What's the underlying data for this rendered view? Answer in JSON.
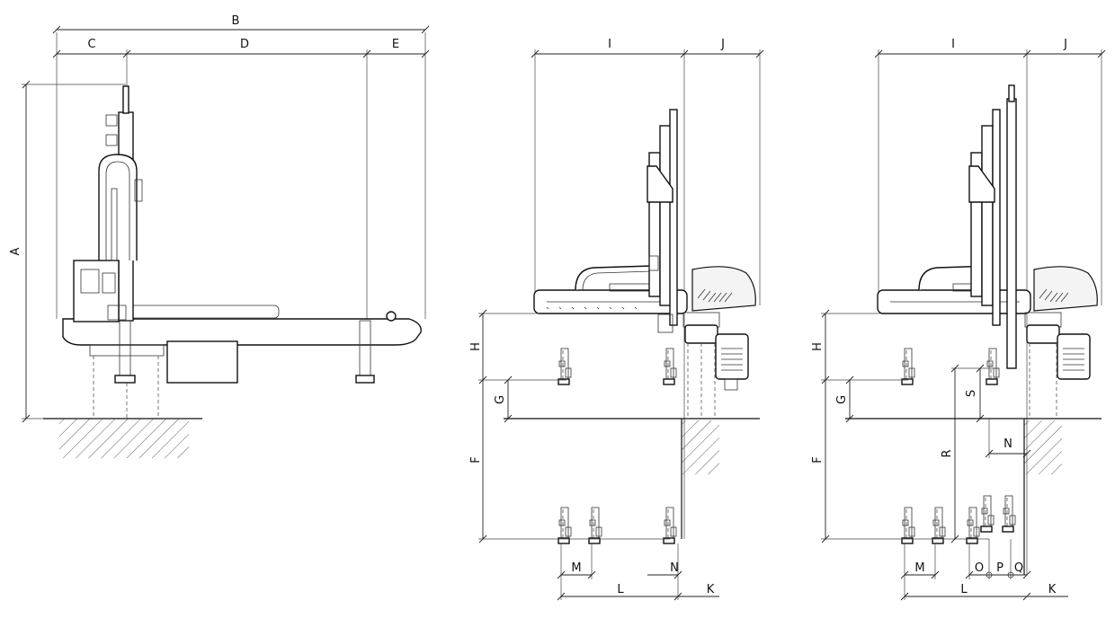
{
  "labels": {
    "a": "A",
    "b": "B",
    "c": "C",
    "d": "D",
    "e": "E",
    "f": "F",
    "g": "G",
    "h": "H",
    "i": "I",
    "j": "J",
    "k": "K",
    "l": "L",
    "m": "M",
    "n": "N",
    "o": "O",
    "p": "P",
    "q": "Q",
    "r": "R",
    "s": "S"
  }
}
